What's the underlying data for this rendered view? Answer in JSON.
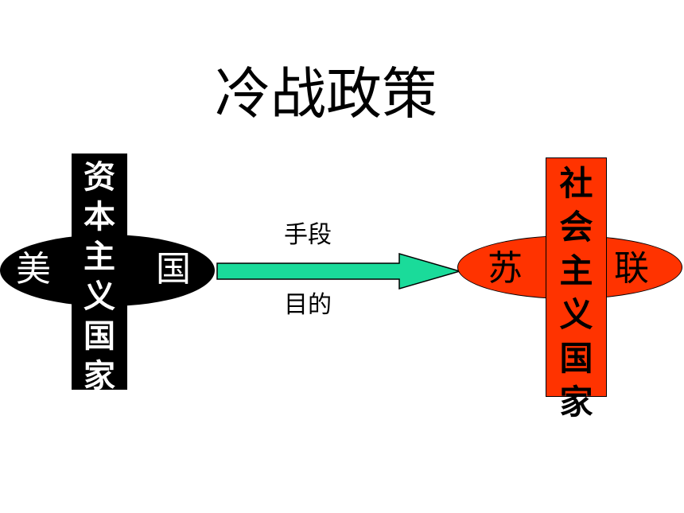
{
  "title": "冷战政策",
  "left": {
    "vertical_chars": [
      "资",
      "本",
      "主",
      "义",
      "国",
      "家"
    ],
    "country_left": "美",
    "country_right": "国",
    "color": "#000000",
    "text_color": "#ffffff"
  },
  "right": {
    "vertical_chars": [
      "社",
      "会",
      "主",
      "义",
      "国",
      "家"
    ],
    "country_left": "苏",
    "country_right": "联",
    "color": "#ff3300",
    "text_color": "#000000"
  },
  "arrow": {
    "label_top": "手段",
    "label_bottom": "目的",
    "color": "#1adb9a"
  }
}
